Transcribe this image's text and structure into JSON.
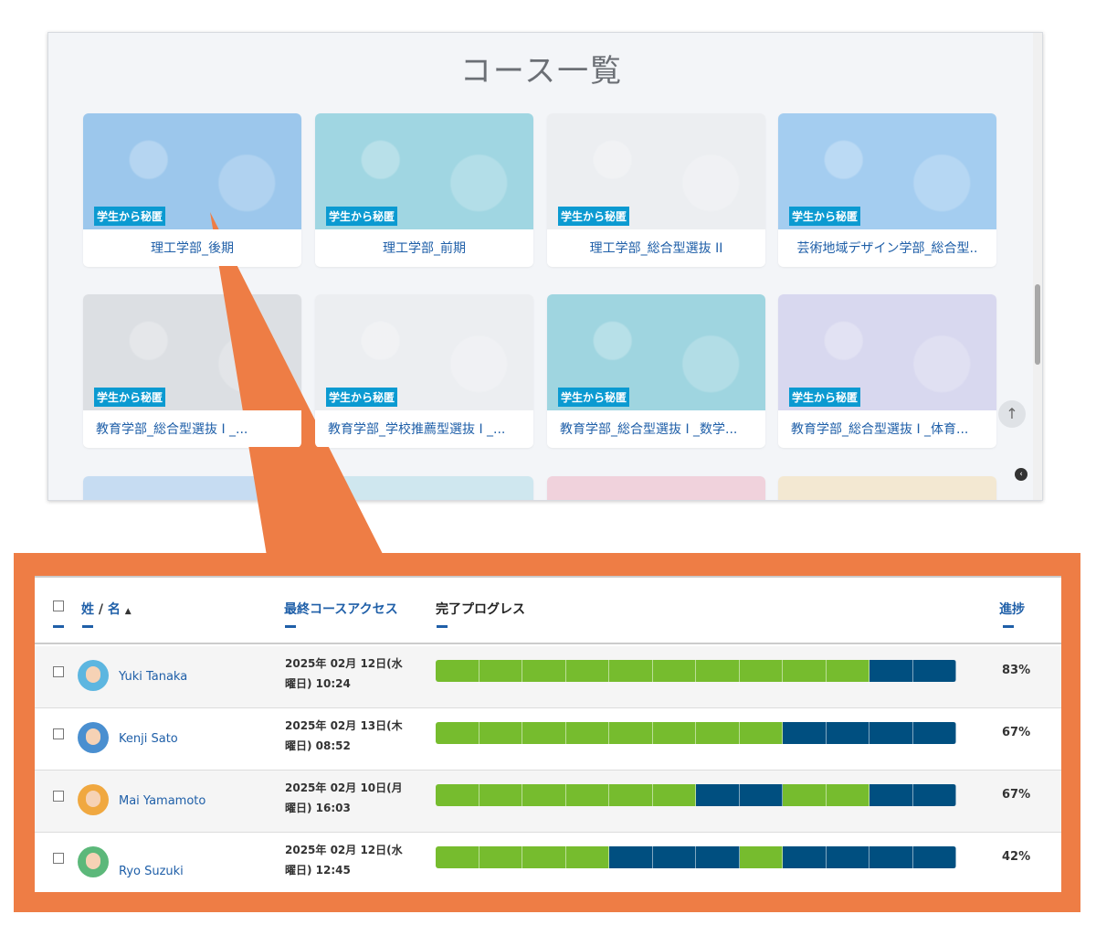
{
  "page_title": "コース一覧",
  "badge": "学生から秘匿",
  "courses": [
    {
      "label": "理工学部_後期",
      "bg": "#9cc7ec"
    },
    {
      "label": "理工学部_前期",
      "bg": "#a0d6e2"
    },
    {
      "label": "理工学部_総合型選抜 II",
      "bg": "#eceef1"
    },
    {
      "label": "芸術地域デザイン学部_総合型..",
      "bg": "#a4cdf0"
    },
    {
      "label": "教育学部_総合型選抜 I _...",
      "bg": "#dcdfe3"
    },
    {
      "label": "教育学部_学校推薦型選抜 I _...",
      "bg": "#eceef1"
    },
    {
      "label": "教育学部_総合型選抜 I _数学...",
      "bg": "#9fd5e0"
    },
    {
      "label": "教育学部_総合型選抜 I _体育...",
      "bg": "#d8d8ef"
    }
  ],
  "table": {
    "headers": {
      "name_last": "姓",
      "sep": "/",
      "name_first": "名",
      "sort": "▲",
      "last_access": "最終コースアクセス",
      "progress": "完了プログレス",
      "percent": "進捗"
    },
    "colors": {
      "done": "#76bc2e",
      "todo": "#004f80"
    },
    "rows": [
      {
        "name": "Yuki Tanaka",
        "date1": "2025年 02月 12日(水",
        "date2": "曜日) 10:24",
        "segments": [
          1,
          1,
          1,
          1,
          1,
          1,
          1,
          1,
          1,
          1,
          0,
          0
        ],
        "percent": "83%",
        "avatar": "#5db6e0"
      },
      {
        "name": "Kenji Sato",
        "date1": "2025年 02月 13日(木",
        "date2": "曜日) 08:52",
        "segments": [
          1,
          1,
          1,
          1,
          1,
          1,
          1,
          1,
          0,
          0,
          0,
          0
        ],
        "percent": "67%",
        "avatar": "#4a8fd0"
      },
      {
        "name": "Mai Yamamoto",
        "date1": "2025年 02月 10日(月",
        "date2": "曜日) 16:03",
        "segments": [
          1,
          1,
          1,
          1,
          1,
          1,
          0,
          0,
          1,
          1,
          0,
          0
        ],
        "percent": "67%",
        "avatar": "#f0a840"
      },
      {
        "name": "Ryo Suzuki",
        "date1": "2025年 02月 12日(水",
        "date2": "曜日) 12:45",
        "segments": [
          1,
          1,
          1,
          1,
          0,
          0,
          0,
          1,
          0,
          0,
          0,
          0
        ],
        "percent": "42%",
        "avatar": "#5cb87a"
      }
    ]
  }
}
